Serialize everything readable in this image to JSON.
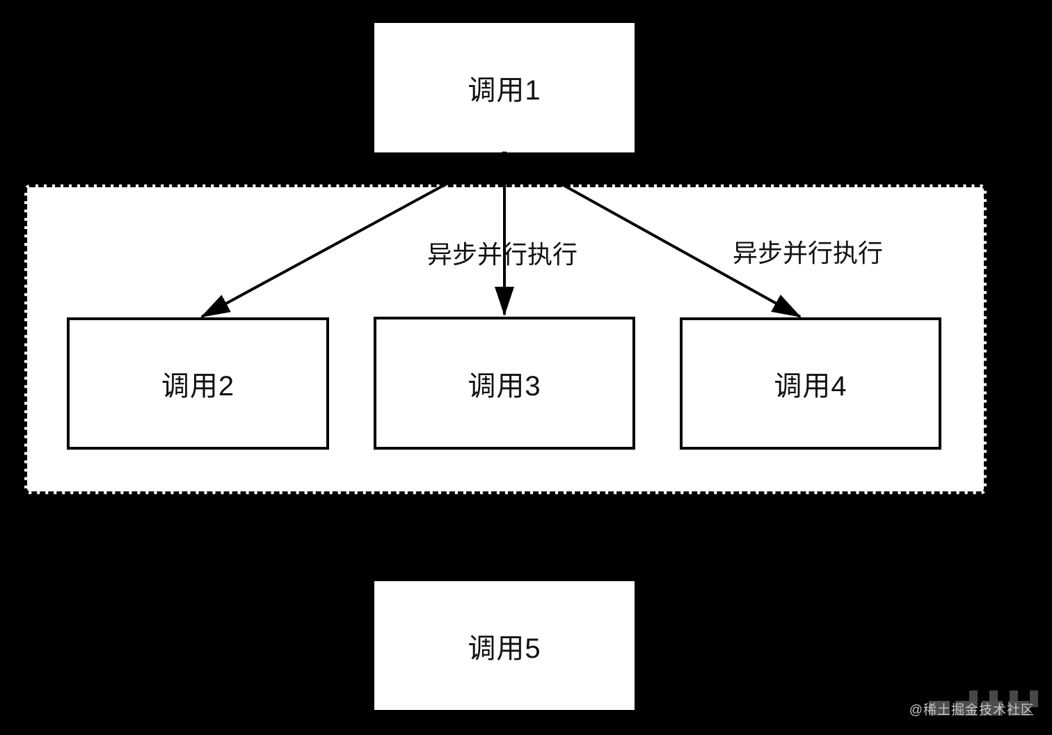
{
  "colors": {
    "background": "#000000",
    "node_fill": "#ffffff",
    "line": "#000000",
    "watermark_text": "#c6c6c6"
  },
  "nodes": [
    {
      "id": "call-1",
      "label": "调用1"
    },
    {
      "id": "call-2",
      "label": "调用2"
    },
    {
      "id": "call-3",
      "label": "调用3"
    },
    {
      "id": "call-4",
      "label": "调用4"
    },
    {
      "id": "call-5",
      "label": "调用5"
    }
  ],
  "edges": [
    {
      "from": "call-1",
      "to": "call-2",
      "label": ""
    },
    {
      "from": "call-1",
      "to": "call-3",
      "label": "异步并行执行"
    },
    {
      "from": "call-1",
      "to": "call-4",
      "label": "异步并行执行"
    }
  ],
  "group": {
    "style": "dashed-border",
    "contains": [
      "call-2",
      "call-3",
      "call-4"
    ]
  },
  "watermark": {
    "text": "@稀土掘金技术社区"
  }
}
